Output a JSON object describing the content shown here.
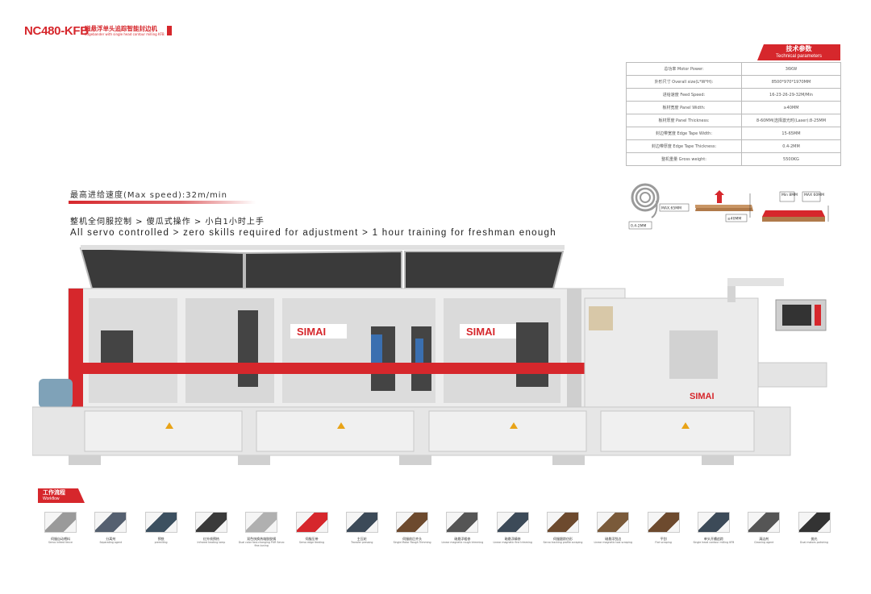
{
  "header": {
    "model": "NC480-KFB",
    "title_cn": "磁悬浮单头追踪智能封边机",
    "title_en": "Edgebander with single head contour milling KFB"
  },
  "tech_params": {
    "title_cn": "技术参数",
    "title_en": "Technical parameters",
    "rows": [
      {
        "label": "总功率 Motor Power:",
        "value": "36KW"
      },
      {
        "label": "外形尺寸 Overall size(L*W*H):",
        "value": "8500*970*1970MM"
      },
      {
        "label": "进给速度 Feed Speed:",
        "value": "16-23-26-29-32M/Min"
      },
      {
        "label": "板材宽度 Panel Width:",
        "value": "≥40MM"
      },
      {
        "label": "板材厚度 Panel Thickness:",
        "value": "8-60MM(选择激光时(Laser):8-25MM"
      },
      {
        "label": "封边带宽度 Edge Tape Width:",
        "value": "15-65MM"
      },
      {
        "label": "封边带厚度 Edge Tape Thickness:",
        "value": "0.4-2MM"
      },
      {
        "label": "整机重量 Gross weight:",
        "value": "5500KG"
      }
    ]
  },
  "speed_line": "最高进给速度(Max speed):32m/min",
  "tagline_cn": "整机全伺服控制 > 傻瓜式操作 > 小白1小时上手",
  "tagline_en": "All servo controlled > zero skills required for adjustment > 1 hour training for freshman enough",
  "dims": {
    "coil_max": "MAX.65MM",
    "coil_thick": "0.4-2MM",
    "panel_min": "≥40MM",
    "thick_min": "Min 8MM",
    "thick_max": "MAX 60MM"
  },
  "machine": {
    "brand": "SIMAI"
  },
  "workflow": {
    "title_cn": "工作流程",
    "title_en": "Workflow",
    "steps": [
      {
        "cn": "伺服自动喂料",
        "en": "Servo infeed fence"
      },
      {
        "cn": "分离剂",
        "en": "Separating agent"
      },
      {
        "cn": "预铣",
        "en": "premilling"
      },
      {
        "cn": "红外线预热",
        "en": "Infrared heating lamp"
      },
      {
        "cn": "双色快换热熔胶胶锅",
        "en": "Dual color fast-changing PUR Servo fine-tuning"
      },
      {
        "cn": "伺服压带",
        "en": "Servo edge feeding"
      },
      {
        "cn": "主压轮",
        "en": "Transfer pressing"
      },
      {
        "cn": "伺服前后齐头",
        "en": "Single Motor Rough Trimming"
      },
      {
        "cn": "磁悬浮粗修",
        "en": "Linear magnetic rough trimming"
      },
      {
        "cn": "磁悬浮精修",
        "en": "Linear magnetic fine trimming"
      },
      {
        "cn": "伺服跟踪仿形",
        "en": "Servo tracking profile scraping"
      },
      {
        "cn": "磁悬浮刮边",
        "en": "Linear magnetic tool scraping"
      },
      {
        "cn": "平刮",
        "en": "Flat scraping"
      },
      {
        "cn": "单头开槽追踪",
        "en": "Single head contour milling KFB"
      },
      {
        "cn": "清洁剂",
        "en": "Cleaning agent"
      },
      {
        "cn": "抛光",
        "en": "Dual motors polishing"
      }
    ]
  },
  "colors": {
    "accent": "#d6272c",
    "machine_body": "#e8e8e8"
  }
}
